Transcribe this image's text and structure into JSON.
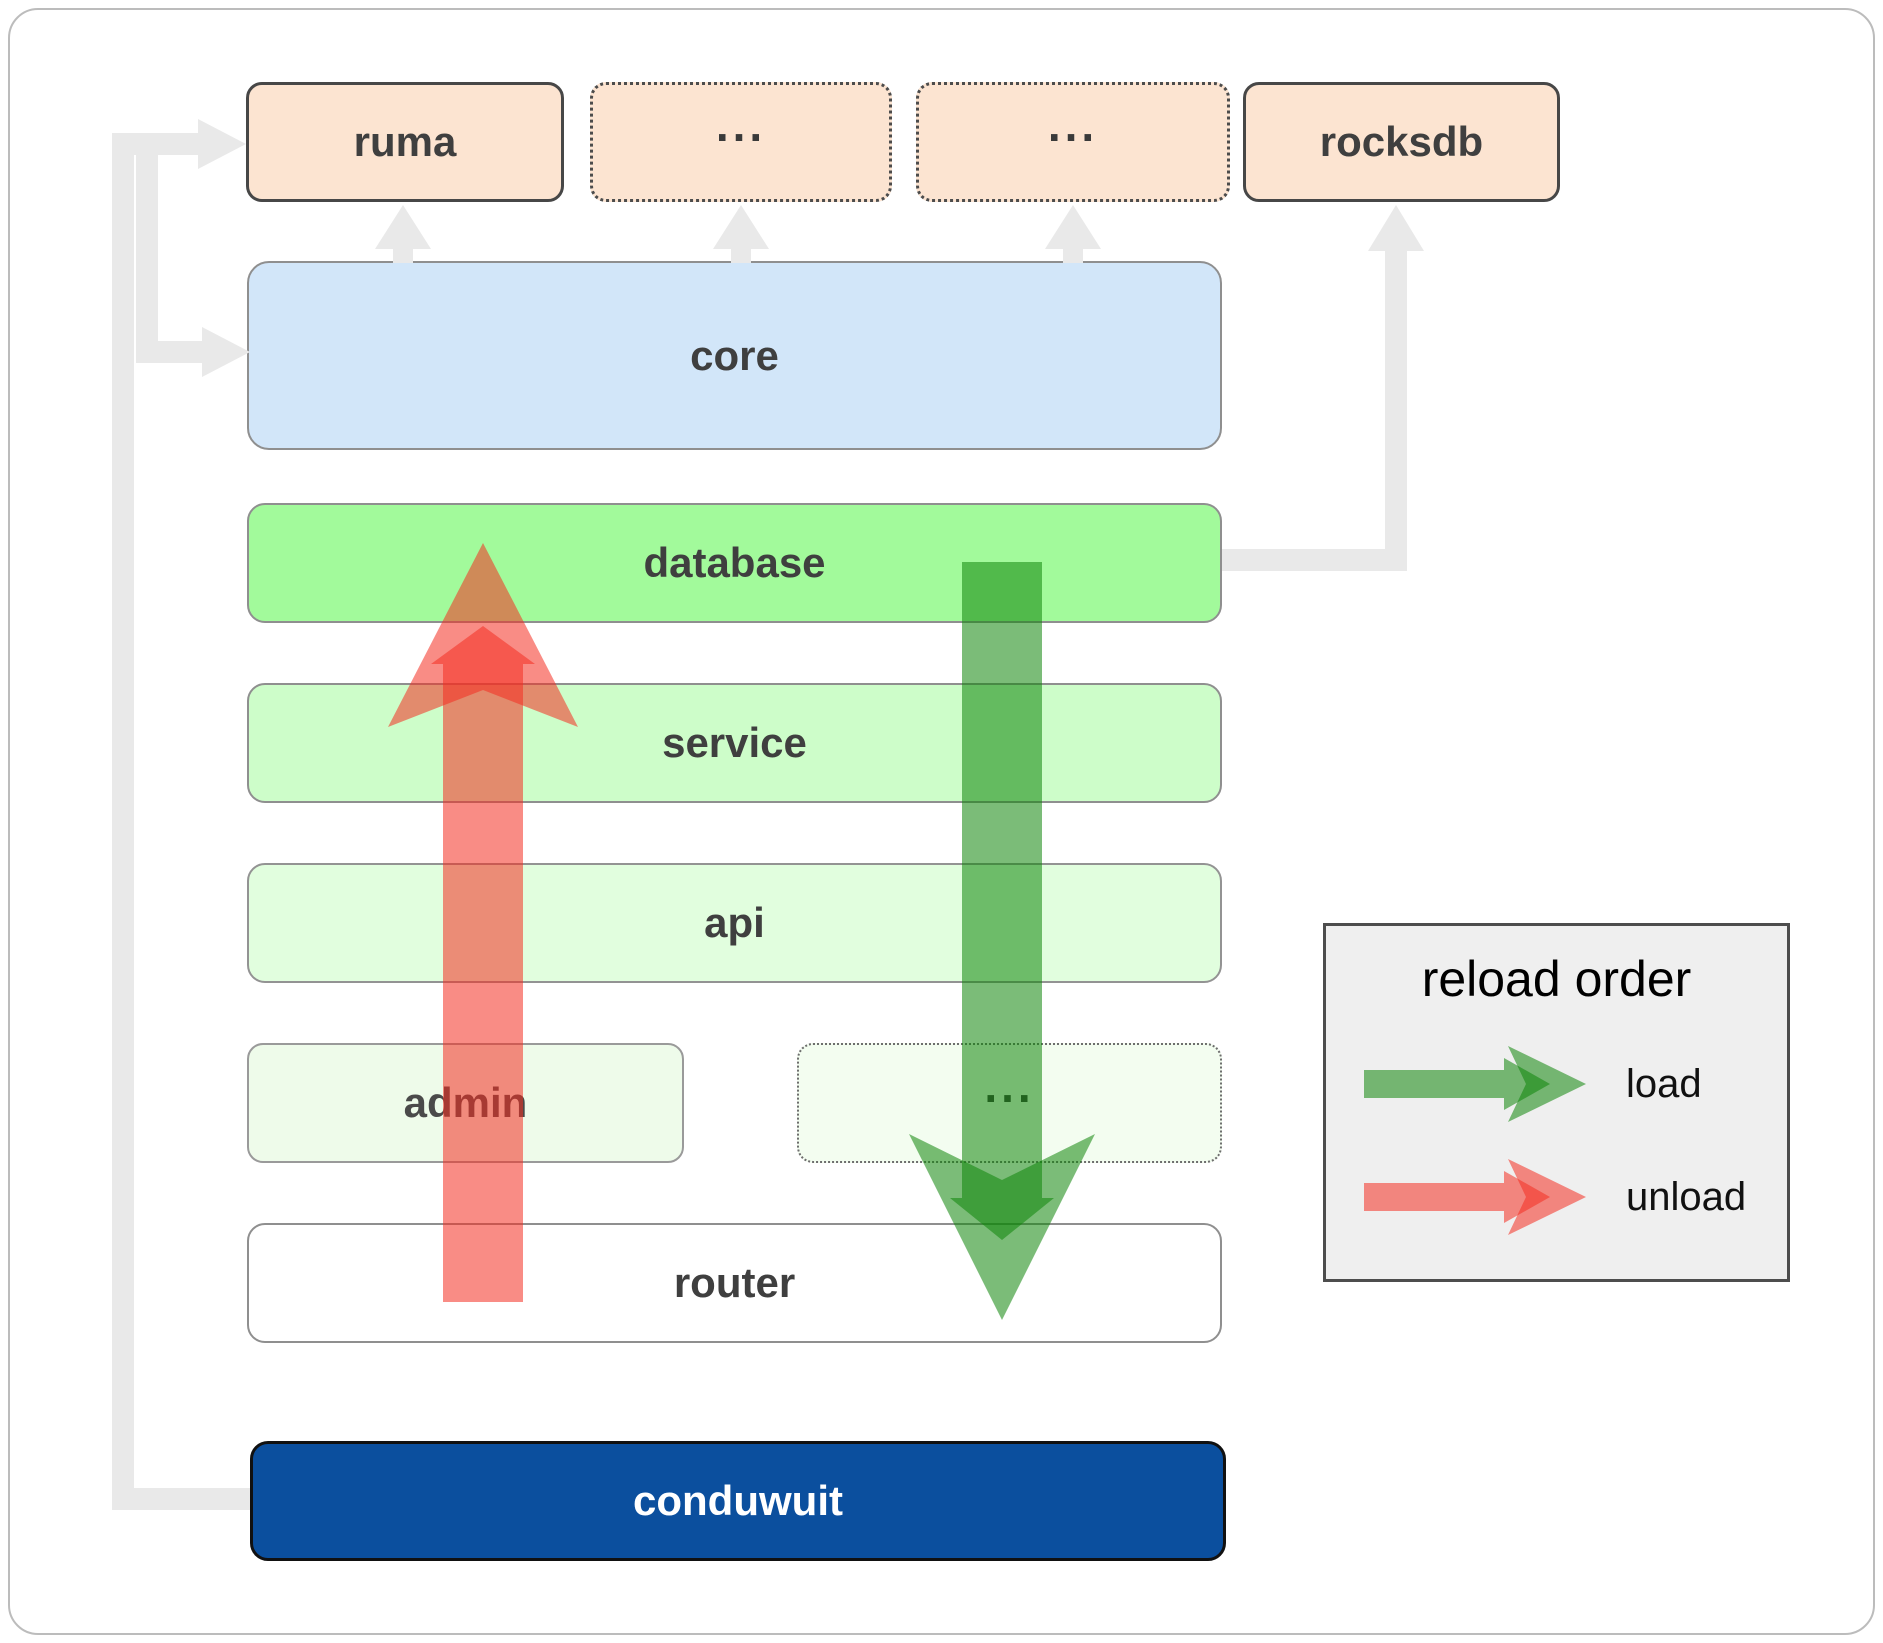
{
  "diagram": {
    "top_row": {
      "ruma": "ruma",
      "ellipsis_a": "...",
      "ellipsis_b": "...",
      "rocksdb": "rocksdb"
    },
    "layers": {
      "core": "core",
      "database": "database",
      "service": "service",
      "api": "api",
      "admin": "admin",
      "ellipsis_admin": "...",
      "router": "router",
      "conduwuit": "conduwuit"
    },
    "colors": {
      "module_fill": "#fce4d1",
      "core_fill": "#d2e6f9",
      "database_fill": "#a2fa9b",
      "service_fill": "#cdfdc9",
      "api_fill": "#e1fede",
      "admin_fill": "#eefbea",
      "ellipsis_admin_fill": "#f3fdf0",
      "router_fill": "#ffffff",
      "conduwuit_fill": "#0b4f9e",
      "connector_gray": "#e9e9e9",
      "load_green": "#0f850a",
      "unload_red": "#f42e21"
    }
  },
  "legend": {
    "title": "reload order",
    "items": [
      {
        "label": "load"
      },
      {
        "label": "unload"
      }
    ]
  }
}
